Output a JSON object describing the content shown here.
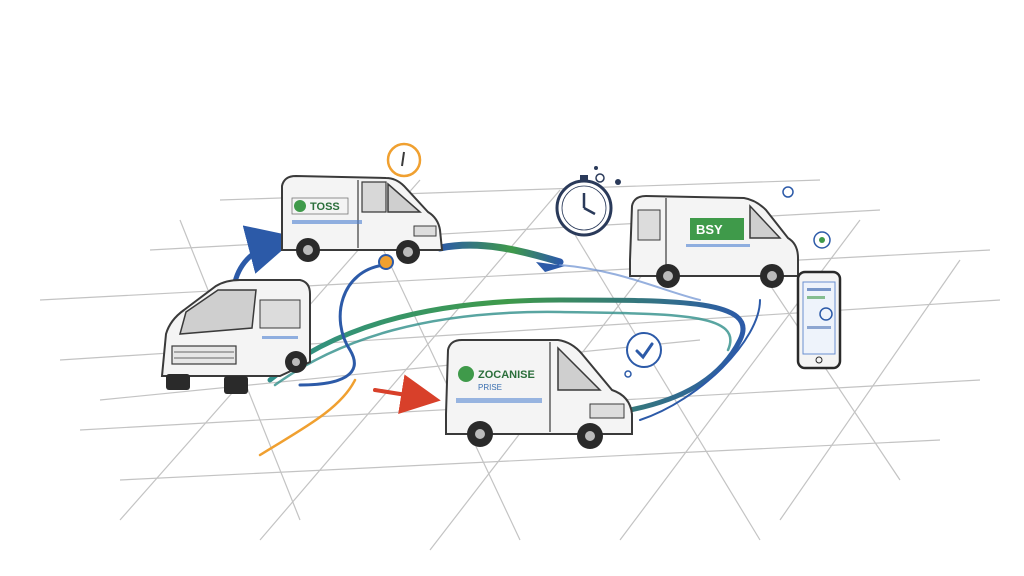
{
  "palette": {
    "pencil": "#3a3a3a",
    "grid": "#b9b9b9",
    "route_green": "#3f9a4a",
    "route_blue": "#2c5aa8",
    "route_teal": "#2f8f8a",
    "route_orange": "#f0a030",
    "route_red": "#d8402a",
    "van_body": "#f4f4f4",
    "logo_green": "#3f9a4a"
  },
  "vans": [
    {
      "id": "van-top-left",
      "label": "TOSS",
      "sub": ""
    },
    {
      "id": "van-top-right",
      "label": "BSY",
      "sub": ""
    },
    {
      "id": "van-left",
      "label": "",
      "sub": ""
    },
    {
      "id": "van-center",
      "label": "ZOCANISE",
      "sub": "PRISE"
    }
  ],
  "icons": [
    {
      "name": "clock-icon"
    },
    {
      "name": "location-pin-icon"
    },
    {
      "name": "phone-icon"
    },
    {
      "name": "checkmark-icon"
    }
  ]
}
